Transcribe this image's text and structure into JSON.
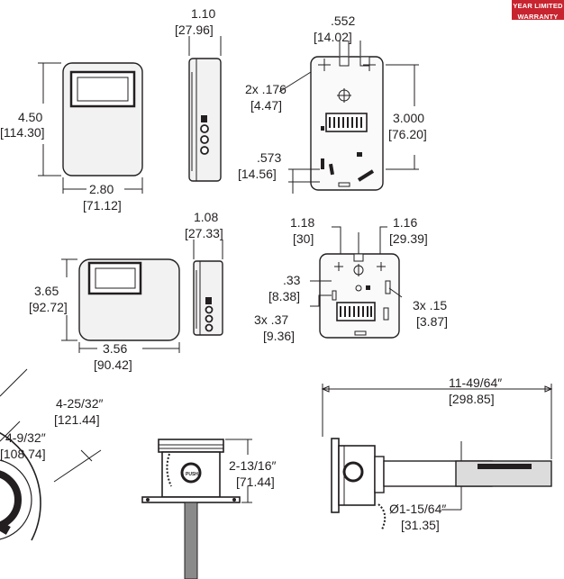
{
  "badge": {
    "line1": "YEAR LIMITED",
    "line2": "WARRANTY",
    "color": "#c8242f"
  },
  "top_front": {
    "height": "4.50",
    "height_mm": "[114.30]",
    "width": "2.80",
    "width_mm": "[71.12]"
  },
  "top_side": {
    "depth": "1.10",
    "depth_mm": "[27.96]"
  },
  "top_back": {
    "hole_spacing": ".552",
    "hole_spacing_mm": "[14.02]",
    "holes": "2x .176",
    "holes_mm": "[4.47]",
    "vertical": "3.000",
    "vertical_mm": "[76.20]",
    "lower": ".573",
    "lower_mm": "[14.56]"
  },
  "mid_front": {
    "height": "3.65",
    "height_mm": "[92.72]",
    "width": "3.56",
    "width_mm": "[90.42]"
  },
  "mid_side": {
    "depth": "1.08",
    "depth_mm": "[27.33]"
  },
  "mid_back": {
    "left_offset": "1.18",
    "left_offset_mm": "[30]",
    "right_offset": "1.16",
    "right_offset_mm": "[29.39]",
    "left_hole": ".33",
    "left_hole_mm": "[8.38]",
    "slots": "3x .37",
    "slots_mm": "[9.36]",
    "holes": "3x .15",
    "holes_mm": "[3.87]"
  },
  "bottom_left": {
    "outer": "4-25/32″",
    "outer_mm": "[121.44]",
    "inner": "4-9/32″",
    "inner_mm": "[108.74]"
  },
  "bottom_mid": {
    "height": "2-13/16″",
    "height_mm": "[71.44]"
  },
  "bottom_right": {
    "length": "11-49/64″",
    "length_mm": "[298.85]",
    "diameter": "Ø1-15/64″",
    "diameter_mm": "[31.35]"
  }
}
